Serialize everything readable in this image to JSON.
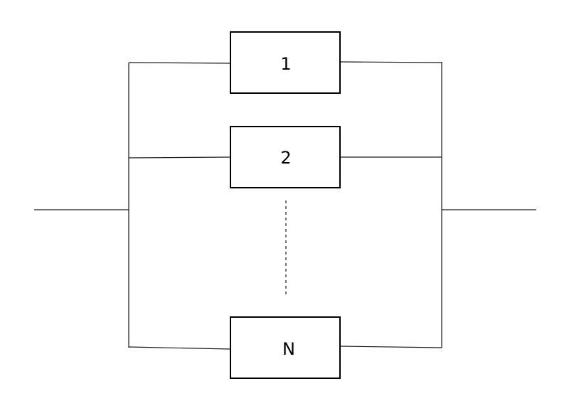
{
  "diagram": {
    "blocks": [
      {
        "label": "1"
      },
      {
        "label": "2"
      },
      {
        "label": "N"
      }
    ]
  }
}
